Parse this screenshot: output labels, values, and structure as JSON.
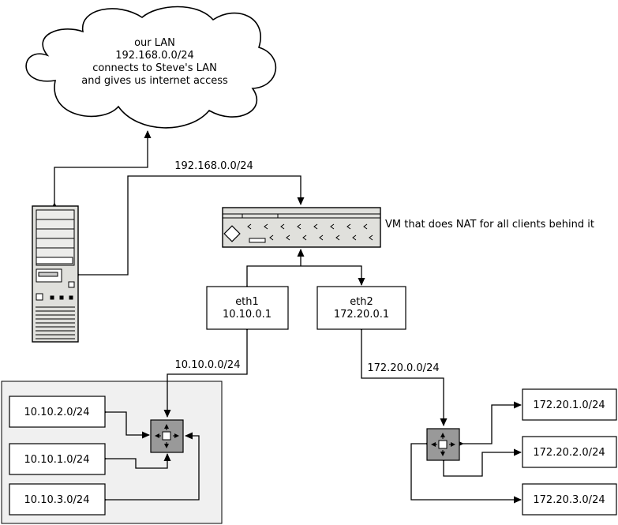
{
  "cloud": {
    "line1": "our LAN",
    "line2": "192.168.0.0/24",
    "line3": "connects to Steve's LAN",
    "line4": "and gives us internet access"
  },
  "links": {
    "lan_subnet": "192.168.0.0/24",
    "eth1_subnet": "10.10.0.0/24",
    "eth2_subnet": "172.20.0.0/24"
  },
  "vm": {
    "label": "VM that does NAT for all clients behind it",
    "icon": "switch-appliance-icon"
  },
  "interfaces": {
    "eth1": {
      "name": "eth1",
      "ip": "10.10.0.1"
    },
    "eth2": {
      "name": "eth2",
      "ip": "172.20.0.1"
    }
  },
  "left_subnets": [
    "10.10.2.0/24",
    "10.10.1.0/24",
    "10.10.3.0/24"
  ],
  "right_subnets": [
    "172.20.1.0/24",
    "172.20.2.0/24",
    "172.20.3.0/24"
  ],
  "icons": {
    "server": "tower-server-icon",
    "router_left": "router-icon",
    "router_right": "router-icon"
  },
  "colors": {
    "group_fill": "#f0f0f0",
    "router_fill": "#999999",
    "device_fill": "#e0e0dc"
  }
}
